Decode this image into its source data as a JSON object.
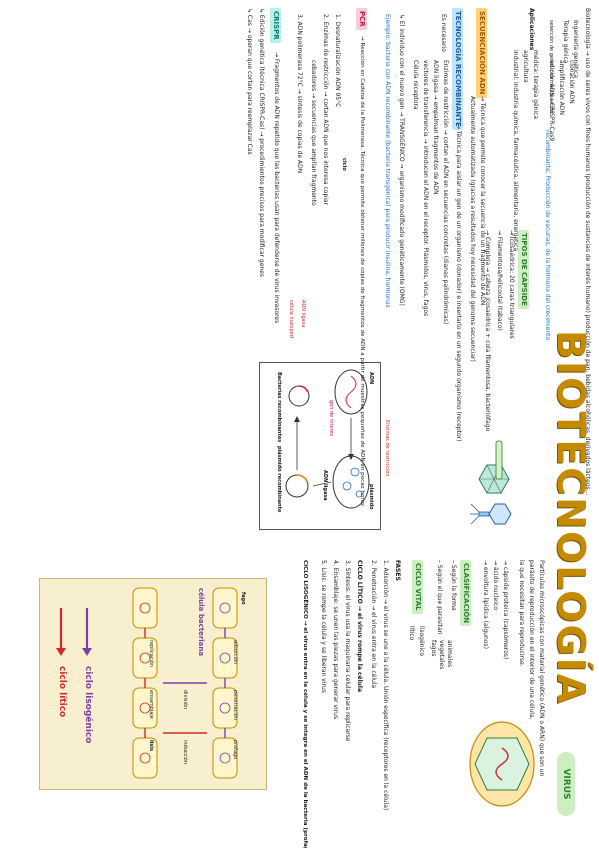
{
  "title": "BIOTECNOLOGÍA",
  "intro": {
    "definition": "Biotecnología → uso de seres vivos con fines humanos (producción de sustancias de interés humano) producción de pan, bebidas alcohólicas, derivados lácteos...",
    "examples": "recombinante, Producción de vacunas, de la hormona del crecimiento"
  },
  "applications": {
    "label": "Aplicaciones",
    "items": [
      "Ingeniería genética",
      "Terapia génica",
      "clonación ADN",
      "amplificación ADN",
      "edición ADN - CRISPR-Cas9",
      "médica: terapia génica",
      "agricultura",
      "industrial: industria química, farmacéutica, alimentaria, energética"
    ],
    "side": "selección de genes con manipulación"
  },
  "tipos_capside": {
    "label": "TIPOS DE CÁPSIDE",
    "items": [
      "→ Icosaédrica: 20 caras triangulares",
      "→ Filamentosa/helicoidal (tabaco)",
      "→ Compleja → cabeza icosaédrica + cola filamentosa, bacteriófago"
    ]
  },
  "secuenciacion": {
    "label": "SECUENCIACIÓN ADN",
    "text": "→ Técnica que permite conocer la secuencia de un fragmento de ADN",
    "note": "Actualmente automatizada (gracias a resultados hoy necesidad del genoma secuenciar)"
  },
  "recombinante": {
    "label": "TECNOLOGÍA RECOMBINANTE",
    "text": "→ Técnica para aislar un gen de un organismo (donador) e insertarlo en un segundo organismo (receptor)",
    "necesario_label": "Es necesario",
    "necesario": [
      "Enzimas de restricción → cortan el ADN en secuencias concretas (dianas palindrómicas)",
      "ADN ligasa → empalman fragmentos de ADN",
      "vectores de transferencia → introducen el ADN en el receptor. Plásmidos, virus, fagos",
      "Célula receptora"
    ],
    "transgenico": "↳ El individuo con el nuevo gen → TRANSGÉNICO ⇒ organismo modificado genéticamente (OMG)",
    "ejemplo": "Ejemplo: bacteria con ADN recombinante (bacteria transgénica) para producir insulina, hormonas"
  },
  "diagram": {
    "labels": [
      "ADN",
      "plásmido",
      "ADN ligasa",
      "Enzimas de restricción",
      "plásmido recombinante",
      "Bacterias recombinantes",
      "gen de interés",
      "ADN ligasa",
      "célula huésped"
    ]
  },
  "pcr": {
    "label": "PCR",
    "text": "→ Reacción en Cadena de la Polimerasa. Técnica que permite obtener millones de copias de fragmentos de ADN a partir de muestras pequeñas de ADN en pocas horas",
    "steps": [
      "1. Desnaturalización ADN 95°C",
      "2. Enzimas de restricción → cortan ADN que nos interesa copiar",
      "cebadores → secuencias que amplían fragmento",
      "3. ADN polimerasa 72°C → síntesis de copias de ADN"
    ],
    "cycle": "ciclo"
  },
  "crispr": {
    "label": "CRISPR",
    "text": "→ Fragmentos de ADN repetido que las bacterias usan para defenderse de virus invasores",
    "items": [
      "↳ Edición genética (técnica CRISPR-Cas) → procedimientos precisos para modificar genes",
      "↳ Cas → operan que cortan para reemplazar Cas"
    ]
  },
  "virus": {
    "label": "VIRUS",
    "text": [
      "Partículas microscópicas con material genético (ADN o ARN) que son un",
      "parásito de reproducción en el interior de una célula,",
      "la que necesitan para reproducirse."
    ],
    "components": [
      "→ cápside proteica (capsómeros)",
      "→ ácido nucleico",
      "→ envoltura lipídica (algunos)"
    ],
    "clasificacion_label": "CLASIFICACIÓN",
    "clasificacion": [
      "– Según la forma",
      "– Según el que parasitan"
    ],
    "parasitan": [
      "animales",
      "vegetales",
      "fagos"
    ],
    "ciclo_vital_label": "CICLO VITAL",
    "ciclo_vital": [
      "lisogénico",
      "lítico"
    ],
    "fases_label": "FASES",
    "fases": [
      "1. Adsorción → el virus se une a la célula. Unión específica (receptores en la célula)",
      "2. Penetración → el virus entra en la célula",
      "CICLO LÍTICO → el virus rompe la célula",
      "3. Síntesis: el virus usa la maquinaria celular para replicarse",
      "4. Ensamblaje: se unen las piezas para generar virus",
      "5. Lisis: se rompe la célula y se liberan virus"
    ],
    "lisogenico": "CICLO LISOGÉNICO → el virus entra en la célula y se integra en el ADN de la bacteria (profago)"
  },
  "lysis_diagram": {
    "labels": [
      "fago",
      "célula bacteriana",
      "adsorción",
      "penetración",
      "replicación",
      "ensamblaje",
      "lisis",
      "profago",
      "inducción",
      "división"
    ],
    "legend": [
      "ciclo lisogénico",
      "ciclo lítico"
    ],
    "legend_colors": [
      "#7b3fa8",
      "#d12b2b"
    ]
  }
}
